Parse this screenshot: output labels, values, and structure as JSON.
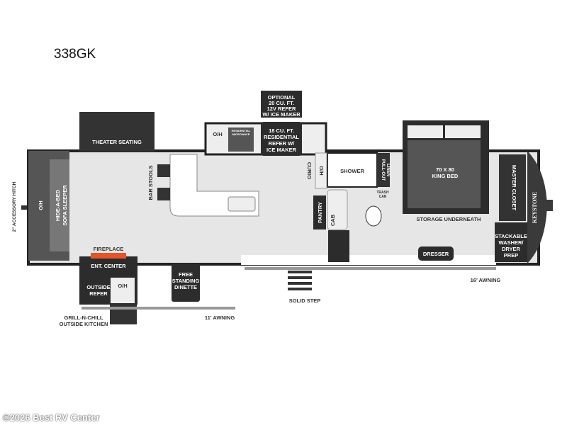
{
  "model": "338GK",
  "watermark": "©2026 Best RV Center",
  "brand_logo": "KEYSTONE",
  "labels": {
    "optional_refer": [
      "OPTIONAL",
      "20 CU. FT.",
      "12V REFER",
      "W/ ICE MAKER"
    ],
    "residential_refer": [
      "18 CU. FT.",
      "RESIDENTIAL",
      "REFER W/",
      "ICE MAKER"
    ],
    "kitchen_oh": "O/H",
    "microwave": [
      "RESIDENTIAL",
      "MICROWAVE"
    ],
    "theater_seating": "THEATER SEATING",
    "accessory_hitch": "2\" ACCESSORY HITCH",
    "rear_oh": "O/H",
    "sofa": [
      "HIDE-A-BED",
      "SOFA SLEEPER"
    ],
    "bar_stools": "BAR STOOLS",
    "fireplace": "FIREPLACE",
    "ent_center": "ENT. CENTER",
    "outside_refer": [
      "OUTSIDE",
      "REFER"
    ],
    "outside_oh": "O/H",
    "dinette": [
      "FREE",
      "STANDING",
      "DINETTE"
    ],
    "outside_kitchen": [
      "GRILL-N-CHILL",
      "OUTSIDE KITCHEN"
    ],
    "awning_11": "11' AWNING",
    "curio": "CURIO",
    "hall_oh": "O/H",
    "pantry": "PANTRY",
    "cab": "CAB",
    "shower": "SHOWER",
    "linen": [
      "PULL-OUT",
      "LINEN"
    ],
    "trash": [
      "TRASH",
      "CAN"
    ],
    "solid_step": "SOLID STEP",
    "bed": [
      "70 X 80",
      "KING BED"
    ],
    "storage": "STORAGE UNDERNEATH",
    "closet": "MASTER CLOSET",
    "washer": [
      "STACKABLE",
      "WASHER/",
      "DRYER",
      "PREP"
    ],
    "dresser": "DRESSER",
    "awning_16": "16' AWNING"
  }
}
